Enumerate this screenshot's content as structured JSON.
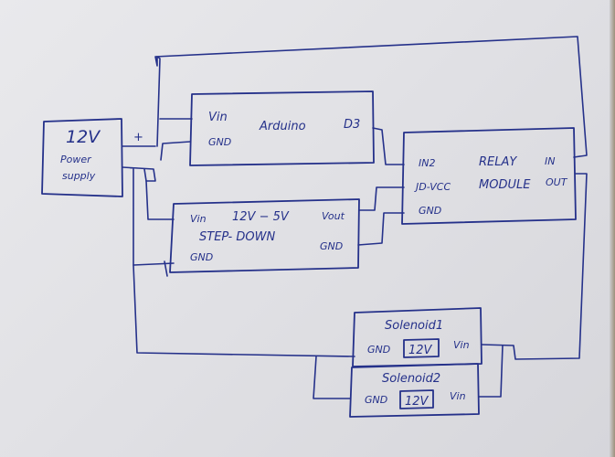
{
  "components": {
    "power_supply": {
      "label": "12V",
      "line1": "Power",
      "line2": "supply",
      "plus": "+",
      "minus": "−"
    },
    "arduino": {
      "vin": "Vin",
      "title": "Arduino",
      "d3": "D3",
      "gnd": "GND"
    },
    "relay": {
      "in2": "IN2",
      "jd_vcc": "JD-VCC",
      "gnd": "GND",
      "title1": "RELAY",
      "title2": "MODULE",
      "in_pin": "IN",
      "out_pin": "OUT"
    },
    "stepdown": {
      "vin": "Vin",
      "rating": "12V − 5V",
      "vout": "Vout",
      "title": "STEP- DOWN",
      "gnd_right": "GND",
      "gnd_left": "GND"
    },
    "solenoid1": {
      "title": "Solenoid1",
      "gnd": "GND",
      "rating": "12V",
      "vin": "Vin"
    },
    "solenoid2": {
      "title": "Solenoid2",
      "gnd": "GND",
      "rating": "12V",
      "vin": "Vin"
    }
  },
  "colors": {
    "ink": "#25318a",
    "paper": "#e4e4e8"
  }
}
